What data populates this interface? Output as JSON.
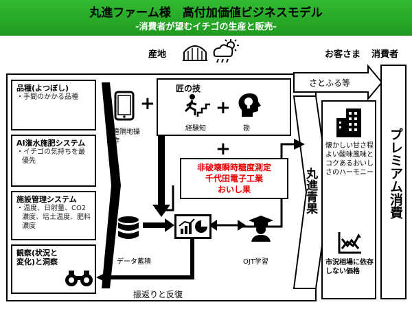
{
  "header": {
    "title": "丸進ファーム様　高付加価値ビジネスモデル",
    "subtitle": "-消費者が望むイチゴの生産と販売-"
  },
  "top_labels": {
    "origin": "産地",
    "customers": "お客さま",
    "consumers": "消費者"
  },
  "categories": [
    {
      "title": "品種(よつぼし)",
      "items": [
        "・手間のかかる品種"
      ]
    },
    {
      "title": "AI潅水施肥システム",
      "items": [
        "・イチゴの気持ちを最優先"
      ]
    },
    {
      "title": "施設管理システム",
      "items": [
        "・温度、日射量、CO2濃度、培土温度、肥料濃度"
      ]
    },
    {
      "title": "観察(状況と変化)と洞察",
      "items": []
    }
  ],
  "remote": {
    "label": "遠隔地操作"
  },
  "craft": {
    "title": "匠の技",
    "experience": "経験知",
    "intuition": "勘"
  },
  "measurement": {
    "line1": "非破壊瞬時糖度測定",
    "line2": "千代田電子工業",
    "line3": "おいし果"
  },
  "data": {
    "label": "データ蓄積"
  },
  "ojt": {
    "label": "OJT学習"
  },
  "feedback": {
    "label": "振返りと反復"
  },
  "hub": {
    "label": "丸進青果"
  },
  "channel": {
    "label": "さとふる等"
  },
  "features": [
    {
      "text": "懐かしい甘さ程よい酸味風味とコクあるおいしさのハーモニー",
      "icon": "building-icon"
    },
    {
      "text": "市況相場に依存しない価格",
      "icon": "chart-icon"
    }
  ],
  "premium": {
    "label": "プレミアム消費"
  },
  "colors": {
    "header": "#2eaa2e",
    "accent_red": "#e60000"
  }
}
